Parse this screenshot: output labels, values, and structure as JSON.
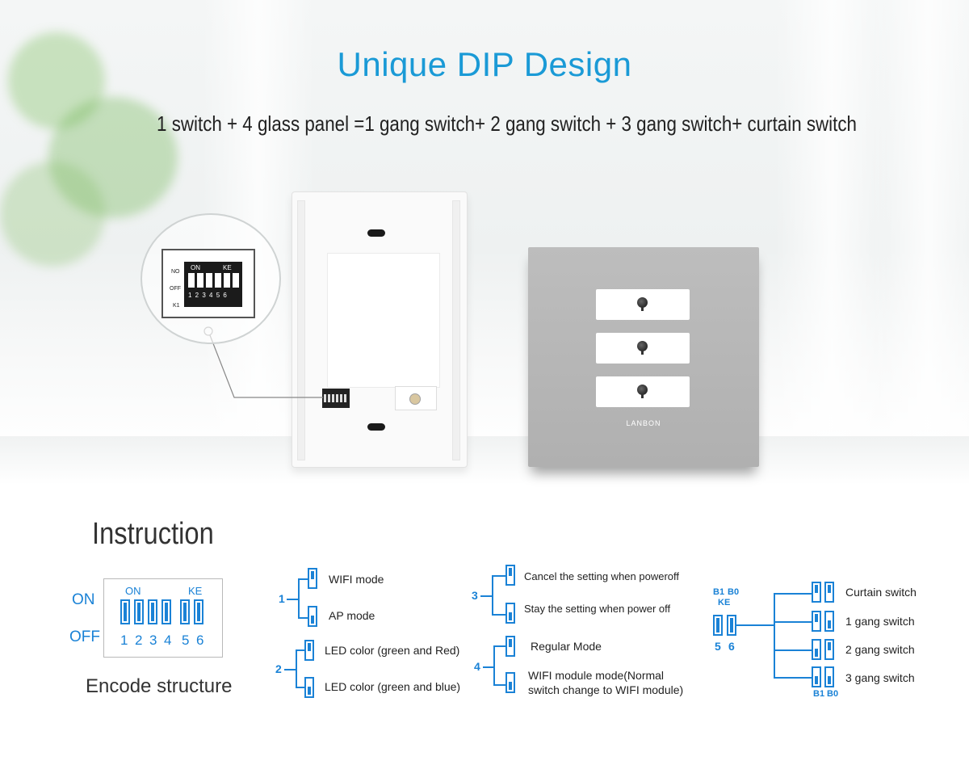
{
  "header": {
    "title": "Unique DIP Design",
    "subtitle": "1 switch + 4 glass panel =1 gang switch+ 2 gang switch + 3 gang switch+ curtain switch"
  },
  "product": {
    "zoom": {
      "no": "NO",
      "off": "OFF",
      "k1": "K1",
      "on": "ON",
      "ke": "KE",
      "numbers": "1 2 3 4 5 6"
    },
    "panel_brand": "LANBON"
  },
  "instruction": {
    "title": "Instruction",
    "encode": {
      "on": "ON",
      "off": "OFF",
      "top_on": "ON",
      "top_ke": "KE",
      "numbers": [
        "1",
        "2",
        "3",
        "4",
        "5",
        "6"
      ],
      "caption": "Encode structure"
    },
    "group1": {
      "number": "1",
      "option_a": "WIFI mode",
      "option_b": "AP mode"
    },
    "group2": {
      "number": "2",
      "option_a": "LED color (green and Red)",
      "option_b": "LED color (green and blue)"
    },
    "group3": {
      "number": "3",
      "option_a": "Cancel the setting when poweroff",
      "option_b": "Stay the setting when power off"
    },
    "group4": {
      "number": "4",
      "option_a": "Regular Mode",
      "option_b_line1": "WIFI module mode(Normal",
      "option_b_line2": "switch change to WIFI module)"
    },
    "group56": {
      "head_b1": "B1",
      "head_b0": "B0",
      "ke": "KE",
      "n5": "5",
      "n6": "6",
      "foot_b1": "B1",
      "foot_b0": "B0",
      "options": [
        "Curtain switch",
        "1 gang switch",
        "2 gang switch",
        "3 gang switch"
      ]
    }
  },
  "colors": {
    "accent": "#1a9ad6",
    "dip_blue": "#1a82d6"
  }
}
